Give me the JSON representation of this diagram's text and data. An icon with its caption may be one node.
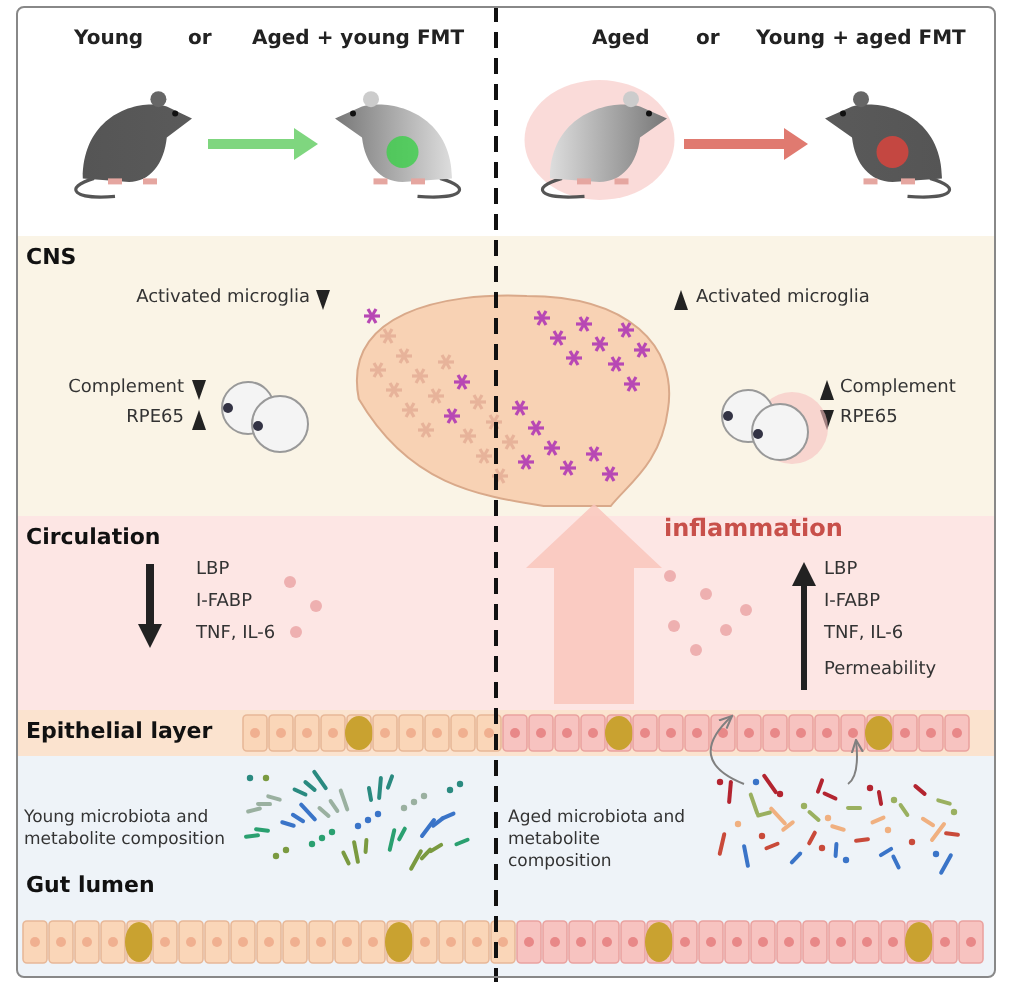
{
  "diagram": {
    "nodes": [
      {
        "text": [],
        "shape": "picture",
        "beside": [
          "Young"
        ]
      },
      {
        "text": [],
        "shape": "picture",
        "beside": [
          "Aged + young FMT"
        ]
      },
      {
        "text": [],
        "shape": "picture",
        "beside": [
          "Aged"
        ]
      },
      {
        "text": [],
        "shape": "picture",
        "beside": [
          "Young + aged FMT"
        ]
      },
      {
        "text": [
          "CNS"
        ]
      },
      {
        "text": [],
        "shape": "picture",
        "in": 4,
        "beside": [
          "Activated microglia",
          "Activated microglia"
        ]
      },
      {
        "text": [
          "Circulation"
        ]
      },
      {
        "text": [
          "Epithelial layer"
        ]
      },
      {
        "text": [
          "Gut lumen"
        ]
      },
      {
        "text": [],
        "shape": "picture",
        "in": 8,
        "beside": [
          "Young microbiota and metabolite composition"
        ]
      },
      {
        "text": [],
        "shape": "picture",
        "in": 8,
        "beside": [
          "Aged microbiota and metabolite composition"
        ]
      }
    ],
    "edges": [
      {
        "from": 0,
        "to": 1,
        "arrow": "to",
        "color": "#7fd67f"
      },
      {
        "from": 2,
        "to": 3,
        "arrow": "to",
        "color": "#e07a70"
      },
      {
        "from": null,
        "to": 5,
        "arrow": "to",
        "label": "inflammation",
        "style": "thick",
        "color": "#f9c6bc"
      },
      {
        "from": 10,
        "to": 7,
        "arrow": "to",
        "color": "#808080"
      },
      {
        "from": 10,
        "to": 7,
        "arrow": "to",
        "color": "#808080"
      }
    ],
    "labels": [
      "or",
      "or",
      "Complement",
      "RPE65",
      "Complement",
      "RPE65",
      "LBP",
      "I-FABP",
      "TNF, IL-6",
      "LBP",
      "I-FABP",
      "TNF, IL-6",
      "Permeability"
    ]
  }
}
